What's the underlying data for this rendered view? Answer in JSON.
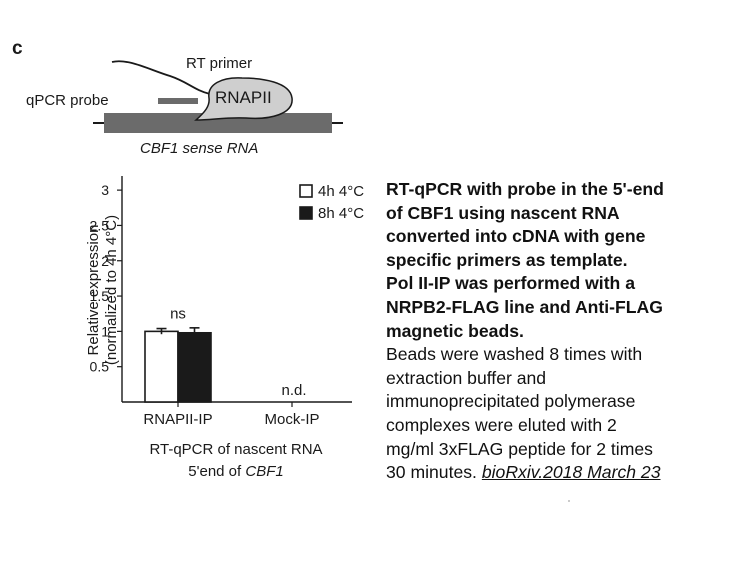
{
  "panel_label": "c",
  "schematic": {
    "rt_primer_label": "RT primer",
    "qpcr_probe_label": "qPCR probe",
    "rnapii_label": "RNAPII",
    "gene_label": "CBF1 sense RNA"
  },
  "chart_data": {
    "type": "bar",
    "ylabel_line1": "Relative expression",
    "ylabel_line2": "(normalized to 4h 4°C)",
    "xlabel_line1": "RT-qPCR of nascent RNA",
    "xlabel_line2_prefix": "5'end of ",
    "xlabel_line2_italic": "CBF1",
    "ylim": [
      0,
      3.2
    ],
    "yticks": [
      0.5,
      1,
      1.5,
      2,
      2.5,
      3
    ],
    "ytick_labels": [
      "0.5",
      "1",
      "1.5",
      "2",
      "2.5",
      "3"
    ],
    "categories": [
      "RNAPII-IP",
      "Mock-IP"
    ],
    "series": [
      {
        "name": "4h 4°C",
        "values": [
          1.0,
          0
        ],
        "errors": [
          0.04,
          0
        ],
        "fill": "#ffffff"
      },
      {
        "name": "8h 4°C",
        "values": [
          0.98,
          0
        ],
        "errors": [
          0.07,
          0
        ],
        "fill": "#1a1a1a"
      }
    ],
    "annotations": [
      "ns",
      "n.d."
    ],
    "legend_position": "top-right"
  },
  "description": {
    "bold_lines": [
      "RT-qPCR with probe in the 5'-end",
      "of CBF1 using nascent RNA",
      "converted into cDNA with gene",
      "specific primers as template.",
      "Pol II-IP was performed with a",
      "NRPB2-FLAG line and Anti-FLAG",
      "magnetic beads."
    ],
    "plain_lines": [
      "Beads were washed 8 times with",
      "extraction buffer and",
      "immunoprecipitated polymerase",
      "complexes were eluted with 2",
      "mg/ml 3xFLAG peptide for 2 times"
    ],
    "last_line_prefix": "30 minutes. ",
    "citation": "bioRxiv.2018 March 23"
  }
}
